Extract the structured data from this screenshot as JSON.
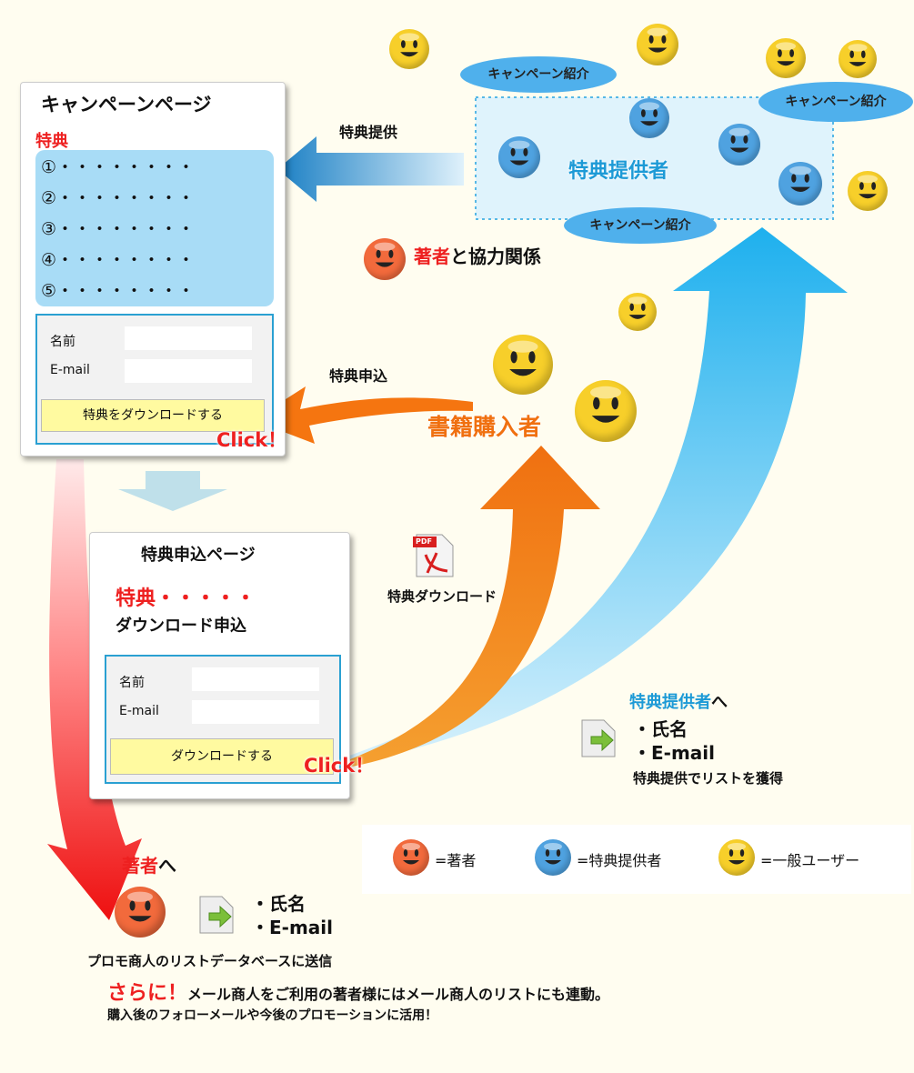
{
  "campaign_page": {
    "title": "キャンペーンページ",
    "benefit_heading": "特典",
    "items": [
      {
        "num": "①",
        "dots": "・・・・・・・・"
      },
      {
        "num": "②",
        "dots": "・・・・・・・・"
      },
      {
        "num": "③",
        "dots": "・・・・・・・・"
      },
      {
        "num": "④",
        "dots": "・・・・・・・・"
      },
      {
        "num": "⑤",
        "dots": "・・・・・・・・"
      }
    ],
    "name_label": "名前",
    "email_label": "E-mail",
    "button_label": "特典をダウンロードする",
    "click_label": "Click！"
  },
  "apply_page": {
    "title": "特典申込ページ",
    "benefit_label": "特典",
    "benefit_dots": "・・・・・",
    "subtitle": "ダウンロード申込",
    "name_label": "名前",
    "email_label": "E-mail",
    "button_label": "ダウンロードする",
    "click_label": "Click！"
  },
  "arrows": {
    "benefit_offer": "特典提供",
    "benefit_apply": "特典申込"
  },
  "provider_area": {
    "label": "特典提供者",
    "bubbles": [
      "キャンペーン紹介",
      "キャンペーン紹介",
      "キャンペーン紹介"
    ]
  },
  "author_cooperation": {
    "author_word": "著者",
    "rest": "と協力関係"
  },
  "buyer_label": "書籍購入者",
  "pdf": {
    "badge": "PDF",
    "caption": "特典ダウンロード"
  },
  "provider_section": {
    "heading_colored": "特典提供者",
    "heading_suffix": "へ",
    "items": [
      "・氏名",
      "・E-mail"
    ],
    "note": "特典提供でリストを獲得"
  },
  "legend": {
    "author": "=著者",
    "provider": "=特典提供者",
    "user": "=一般ユーザー"
  },
  "author_section": {
    "heading_colored": "著者",
    "heading_suffix": "へ",
    "items": [
      "・氏名",
      "・E-mail"
    ],
    "line1": "プロモ商人のリストデータベースに送信",
    "sarani": "さらに！",
    "line2": "メール商人をご利用の著者様にはメール商人のリストにも連動。",
    "line3": "購入後のフォローメールや今後のプロモーションに活用！"
  },
  "colors": {
    "author": "#f26a3c",
    "provider": "#4fa2e0",
    "user": "#f7cf2a",
    "red": "#ee2020",
    "blue_text": "#1d9ad6",
    "orange_text": "#f07010"
  }
}
